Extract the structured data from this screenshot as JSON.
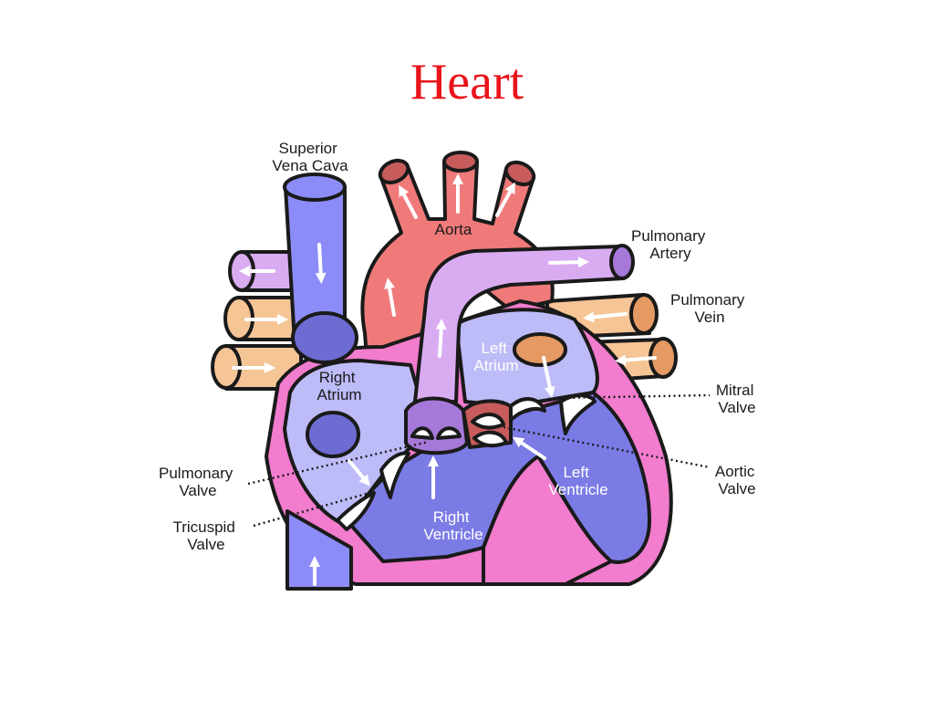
{
  "title": "Heart",
  "labels": {
    "superior_vena_cava": [
      "Superior",
      "Vena Cava"
    ],
    "aorta": "Aorta",
    "pulmonary_artery": [
      "Pulmonary",
      "Artery"
    ],
    "pulmonary_vein": [
      "Pulmonary",
      "Vein"
    ],
    "left_atrium": [
      "Left",
      "Atrium"
    ],
    "right_atrium": [
      "Right",
      "Atrium"
    ],
    "mitral_valve": [
      "Mitral",
      "Valve"
    ],
    "aortic_valve": [
      "Aortic",
      "Valve"
    ],
    "pulmonary_valve": [
      "Pulmonary",
      "Valve"
    ],
    "left_ventricle": [
      "Left",
      "Ventricle"
    ],
    "tricuspid_valve": [
      "Tricuspid",
      "Valve"
    ],
    "right_ventricle": [
      "Right",
      "Ventricle"
    ]
  },
  "colors": {
    "title": "#e8141a",
    "vein_blue": "#8c8cf8",
    "aorta_red": "#f07a7a",
    "pulmonary_lilac": "#d9acf2",
    "pulmonary_vein_orange": "#f6c596",
    "heart_pink": "#f27ccd",
    "right_chamber": "#bdbcf8",
    "left_chamber": "#7b7be6"
  }
}
